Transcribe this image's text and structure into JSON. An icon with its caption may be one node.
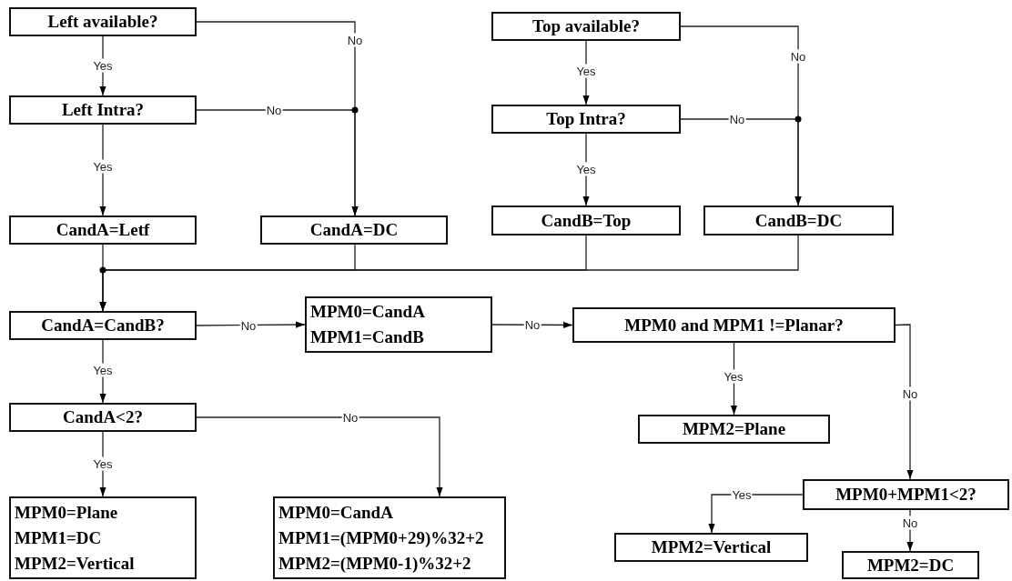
{
  "diagram": {
    "nodes": [
      {
        "text": [
          "Left available?"
        ]
      },
      {
        "text": [
          "Left Intra?"
        ]
      },
      {
        "text": [
          "CandA=Letf"
        ]
      },
      {
        "text": [
          "CandA=DC"
        ]
      },
      {
        "text": [
          "Top available?"
        ]
      },
      {
        "text": [
          "Top Intra?"
        ]
      },
      {
        "text": [
          "CandB=Top"
        ]
      },
      {
        "text": [
          "CandB=DC"
        ]
      },
      {
        "text": [
          "CandA=CandB?"
        ]
      },
      {
        "text": [
          "MPM0=CandA",
          "MPM1=CandB"
        ]
      },
      {
        "text": [
          "MPM0 and MPM1 !=Planar?"
        ]
      },
      {
        "text": [
          "MPM2=Plane"
        ]
      },
      {
        "text": [
          "CandA<2?"
        ]
      },
      {
        "text": [
          "MPM0=Plane",
          "MPM1=DC",
          "MPM2=Vertical"
        ]
      },
      {
        "text": [
          "MPM0=CandA",
          "MPM1=(MPM0+29)%32+2",
          "MPM2=(MPM0-1)%32+2"
        ]
      },
      {
        "text": [
          "MPM0+MPM1<2?"
        ]
      },
      {
        "text": [
          "MPM2=Vertical"
        ]
      },
      {
        "text": [
          "MPM2=DC"
        ]
      }
    ],
    "edges": [
      {
        "from": 0,
        "to": 1,
        "arrow": "to",
        "label": "Yes"
      },
      {
        "from": 1,
        "to": 2,
        "arrow": "to",
        "label": "Yes"
      },
      {
        "from": 0,
        "to": 3,
        "arrow": "to",
        "label": "No"
      },
      {
        "from": 1,
        "to": 3,
        "arrow": "to",
        "label": "No"
      },
      {
        "from": 2,
        "to": 8,
        "arrow": "to"
      },
      {
        "from": 3,
        "to": 8,
        "arrow": "to"
      },
      {
        "from": 6,
        "to": 8,
        "arrow": "to"
      },
      {
        "from": 7,
        "to": 8,
        "arrow": "to"
      },
      {
        "from": 4,
        "to": 5,
        "arrow": "to",
        "label": "Yes"
      },
      {
        "from": 5,
        "to": 6,
        "arrow": "to",
        "label": "Yes"
      },
      {
        "from": 4,
        "to": 7,
        "arrow": "to",
        "label": "No"
      },
      {
        "from": 5,
        "to": 7,
        "arrow": "to",
        "label": "No"
      },
      {
        "from": 8,
        "to": 9,
        "arrow": "to",
        "label": "No"
      },
      {
        "from": 8,
        "to": 12,
        "arrow": "to",
        "label": "Yes"
      },
      {
        "from": 9,
        "to": 10,
        "arrow": "to",
        "label": "No"
      },
      {
        "from": 10,
        "to": 11,
        "arrow": "to",
        "label": "Yes"
      },
      {
        "from": 10,
        "to": 15,
        "arrow": "to",
        "label": "No"
      },
      {
        "from": 12,
        "to": 13,
        "arrow": "to",
        "label": "Yes"
      },
      {
        "from": 12,
        "to": 14,
        "arrow": "to",
        "label": "No"
      },
      {
        "from": 15,
        "to": 16,
        "arrow": "to",
        "label": "Yes"
      },
      {
        "from": 15,
        "to": 17,
        "arrow": "to",
        "label": "No"
      }
    ]
  }
}
